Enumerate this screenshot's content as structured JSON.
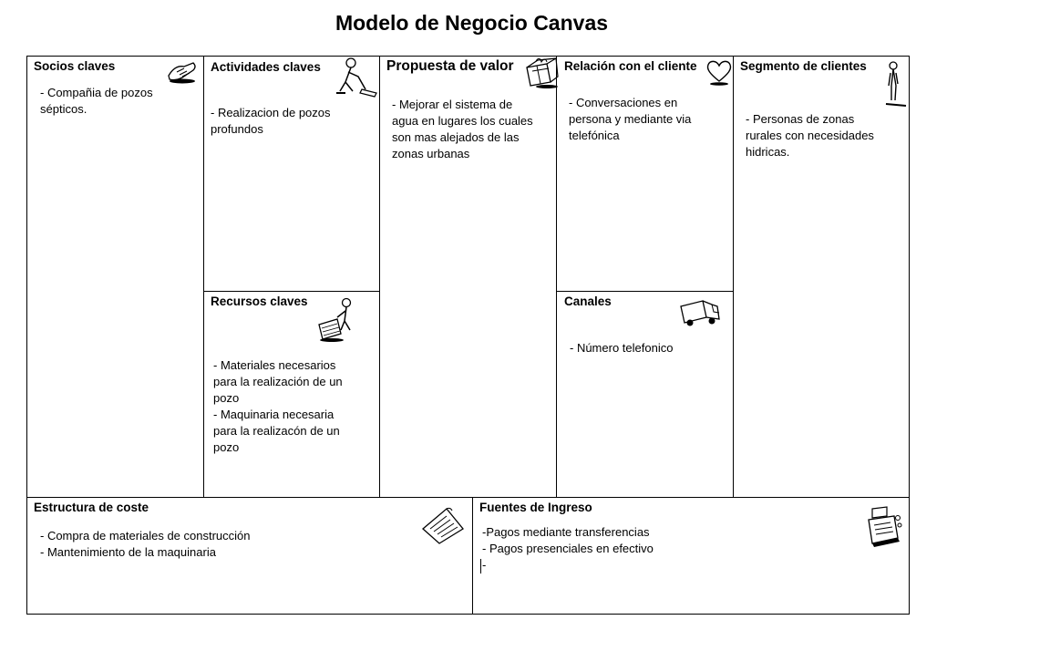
{
  "title": "Modelo de Negocio Canvas",
  "blocks": {
    "socios": {
      "heading": "Socios claves",
      "lines": [
        "- Compañia de pozos",
        "sépticos."
      ]
    },
    "actividades": {
      "heading": "Actividades claves",
      "lines": [
        "- Realizacion de pozos",
        "profundos"
      ]
    },
    "recursos": {
      "heading": "Recursos claves",
      "lines": [
        "- Materiales necesarios",
        "para la realización de un",
        "pozo",
        "- Maquinaria necesaria",
        "para la realizacón de un",
        "pozo"
      ]
    },
    "propuesta": {
      "heading": "Propuesta de valor",
      "lines": [
        "- Mejorar el sistema de",
        "agua en lugares los cuales",
        "son mas alejados de las",
        "zonas urbanas"
      ]
    },
    "relacion": {
      "heading": "Relación con el cliente",
      "lines": [
        "- Conversaciones en",
        "persona y mediante via",
        "telefónica"
      ]
    },
    "canales": {
      "heading": "Canales",
      "lines": [
        "- Número telefonico"
      ]
    },
    "segmento": {
      "heading": "Segmento de clientes",
      "lines": [
        "- Personas de zonas",
        "rurales con necesidades",
        "hidricas."
      ]
    },
    "coste": {
      "heading": "Estructura de coste",
      "lines": [
        "- Compra de materiales de construcción",
        "- Mantenimiento de la maquinaria"
      ]
    },
    "ingreso": {
      "heading": "Fuentes de Ingreso",
      "lines": [
        "-Pagos mediante transferencias",
        "- Pagos presenciales en efectivo",
        "-"
      ]
    }
  },
  "icons": {
    "socios": "handshake-icon",
    "actividades": "worker-icon",
    "recursos": "worker-with-cart-icon",
    "propuesta": "gift-box-icon",
    "relacion": "heart-icon",
    "canales": "truck-icon",
    "segmento": "person-standing-icon",
    "coste": "invoice-paper-icon",
    "ingreso": "cash-register-icon"
  }
}
